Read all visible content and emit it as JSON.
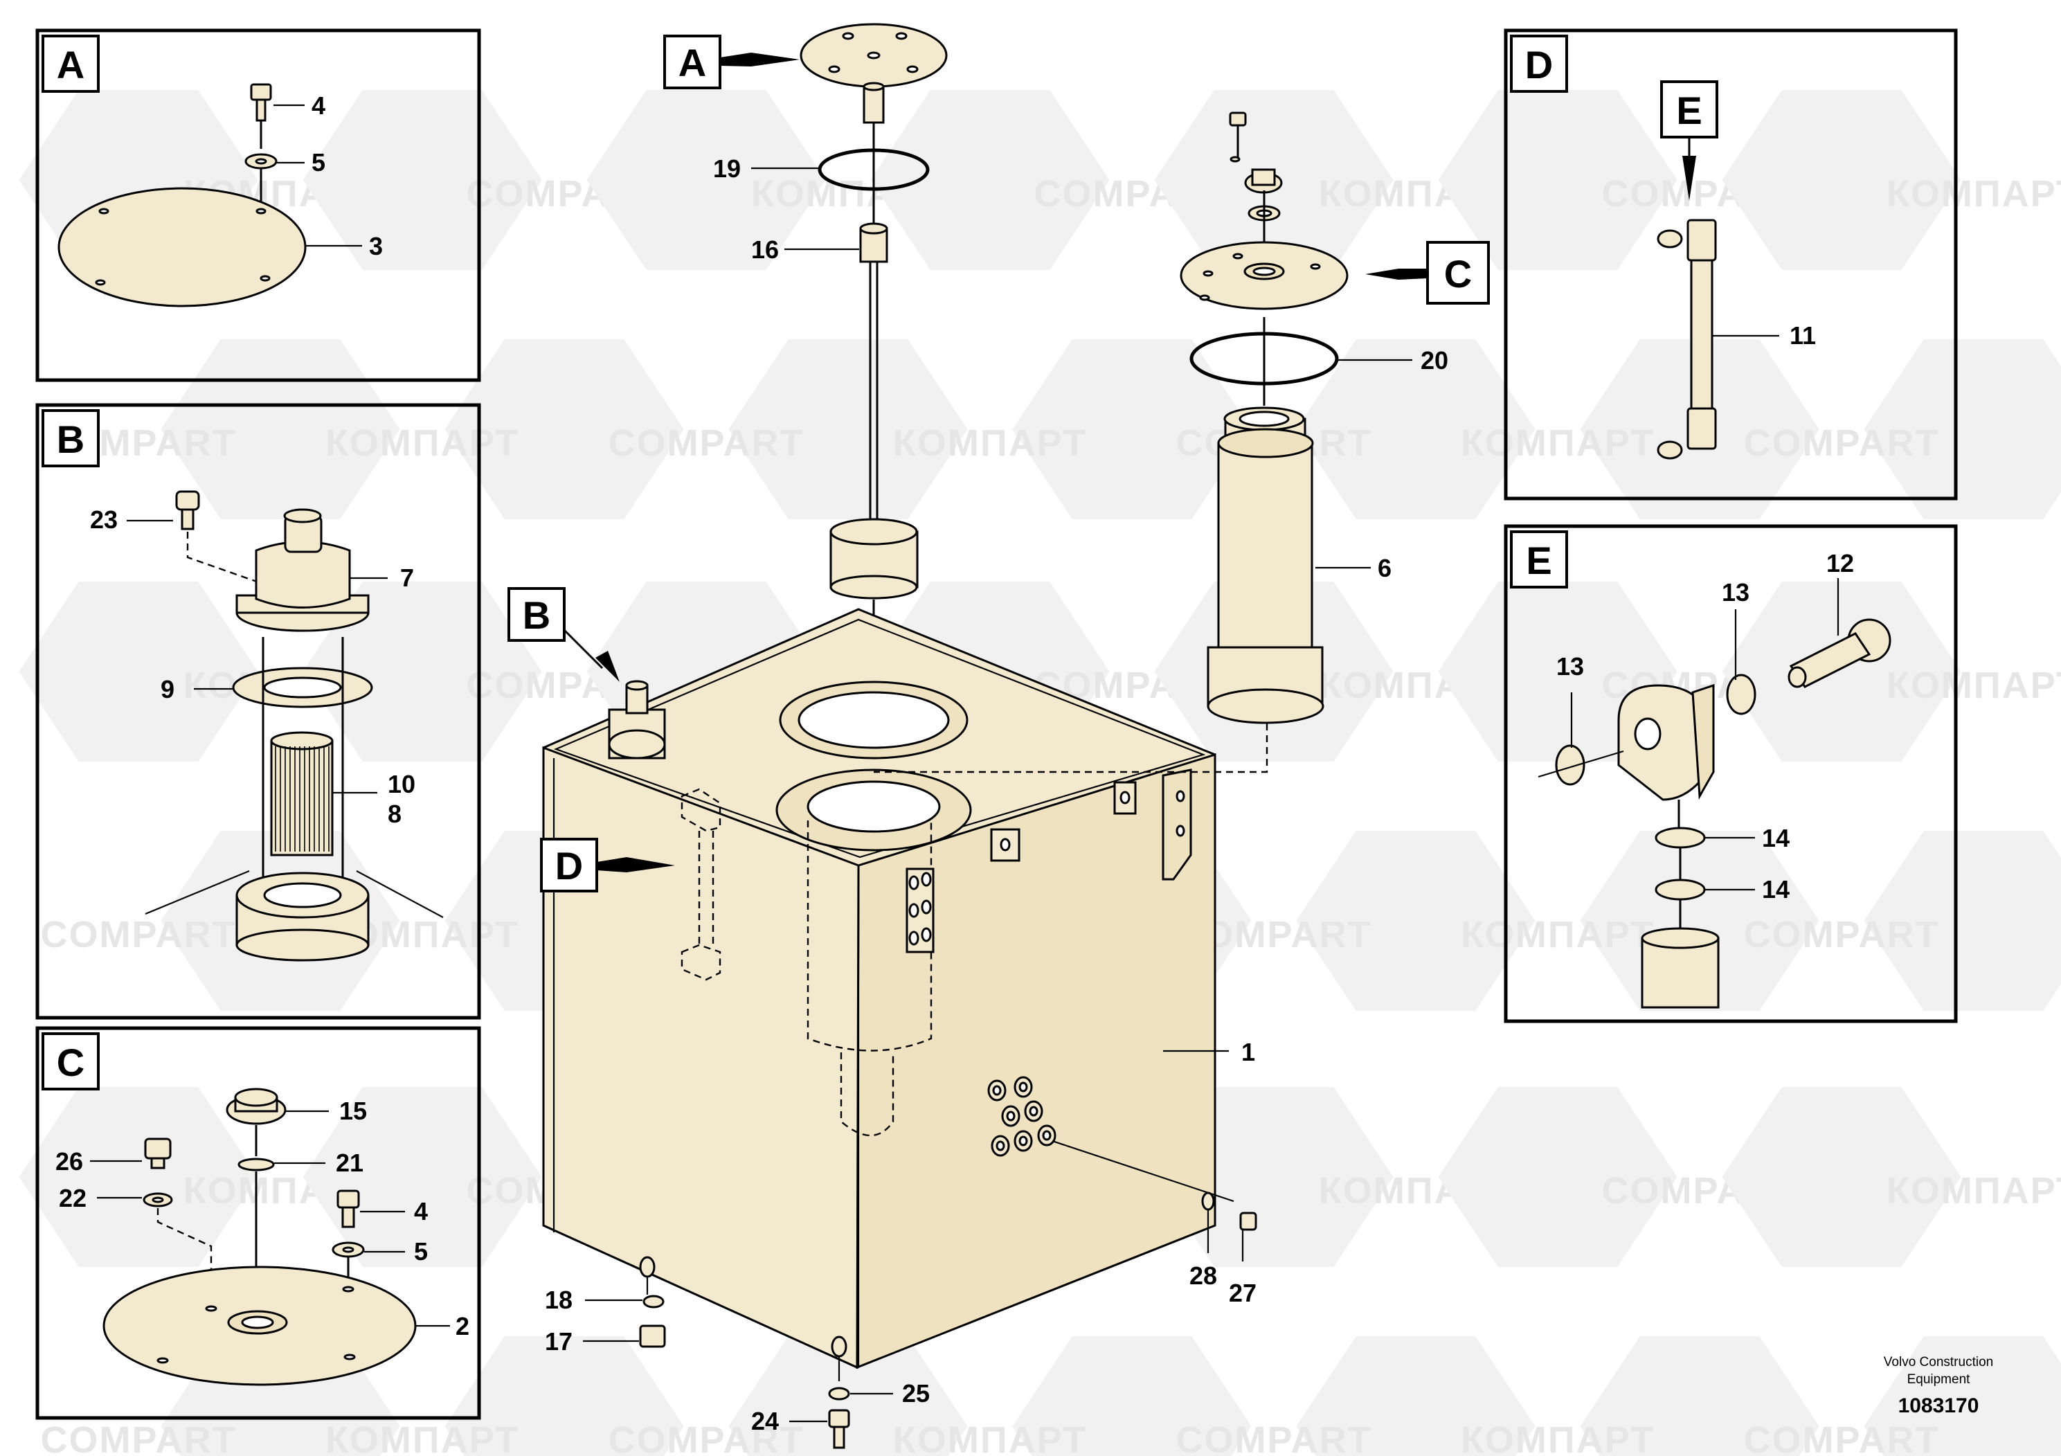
{
  "watermark": {
    "texts": [
      "КОМПАРТ",
      "COMPART"
    ]
  },
  "footer": {
    "brand_line1": "Volvo Construction",
    "brand_line2": "Equipment",
    "doc_number": "1083170"
  },
  "panels": {
    "A": {
      "letter": "A",
      "labels": [
        "4",
        "5",
        "3"
      ]
    },
    "B": {
      "letter": "B",
      "labels": [
        "23",
        "7",
        "9",
        "10",
        "8"
      ]
    },
    "C": {
      "letter": "C",
      "labels": [
        "15",
        "26",
        "21",
        "22",
        "4",
        "5",
        "2"
      ]
    },
    "D": {
      "letter": "D",
      "labels": [
        "11"
      ]
    },
    "E": {
      "letter": "E",
      "labels": [
        "12",
        "13",
        "13",
        "14",
        "14"
      ]
    }
  },
  "main": {
    "callouts": [
      "A",
      "B",
      "C",
      "D",
      "E"
    ],
    "labels": [
      "19",
      "16",
      "20",
      "6",
      "1",
      "18",
      "17",
      "28",
      "27",
      "25",
      "24"
    ]
  },
  "colors": {
    "part_fill": "#f3e9cf",
    "watermark": "#e6e6e6",
    "line": "#000000"
  }
}
